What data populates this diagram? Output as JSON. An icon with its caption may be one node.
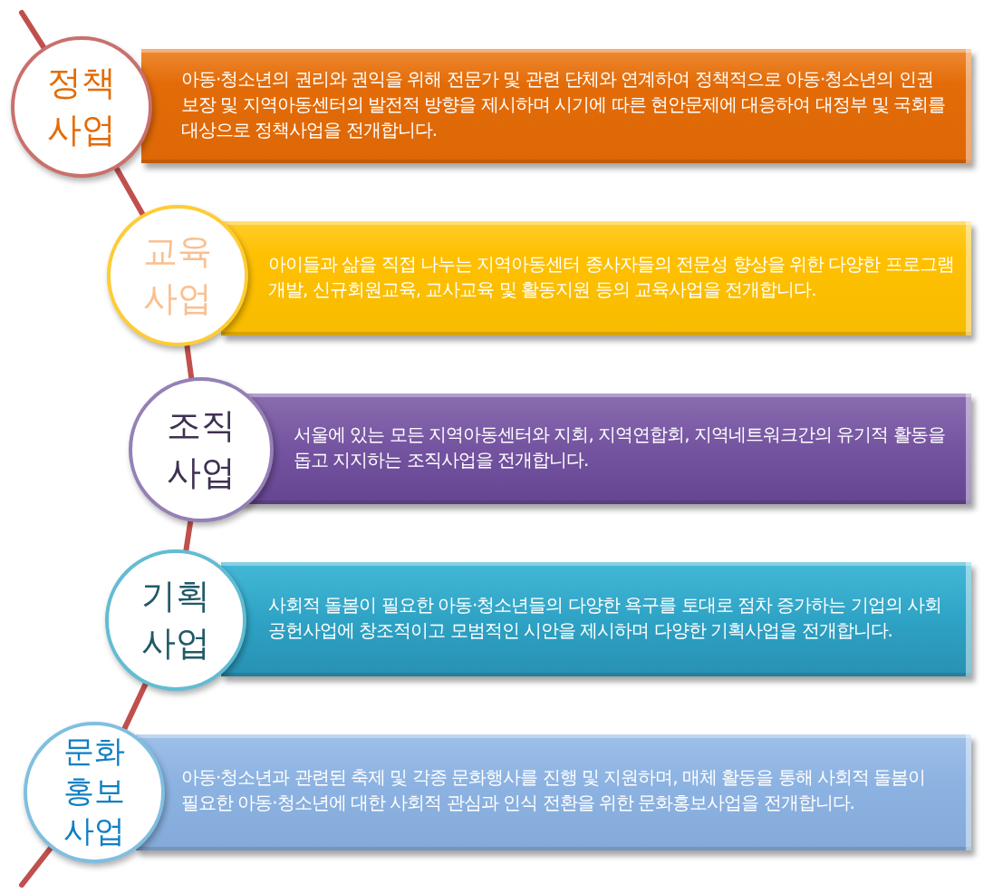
{
  "diagram": {
    "nodes": [
      {
        "text": [
          "정책 사업"
        ]
      },
      {
        "text": [
          "아동·청소년의 권리와 권익을 위해 전문가 및 관련 단체와 연계하여 정책적으로 아동·청소년의 인권 보장 및 지역아동센터의 발전적 방향을 제시하며 시기에 따른 현안문제에 대응하여 대정부 및 국회를 대상으로 정책사업을 전개합니다."
        ]
      },
      {
        "text": [
          "교육 사업"
        ]
      },
      {
        "text": [
          "아이들과 삶을 직접 나누는 지역아동센터 종사자들의 전문성 향상을 위한 다양한 프로그램 개발, 신규회원교육, 교사교육 및 활동지원 등의 교육사업을 전개합니다."
        ]
      },
      {
        "text": [
          "조직 사업"
        ]
      },
      {
        "text": [
          "서울에 있는 모든 지역아동센터와 지회, 지역연합회, 지역네트워크간의 유기적 활동을 돕고 지지하는 조직사업을 전개합니다."
        ]
      },
      {
        "text": [
          "기획 사업"
        ]
      },
      {
        "text": [
          "사회적 돌봄이 필요한 아동·청소년들의 다양한 욕구를 토대로 점차 증가하는 기업의 사회 공헌사업에 창조적이고 모범적인 시안을 제시하며 다양한 기획사업을 전개합니다."
        ]
      },
      {
        "text": [
          "문화 홍보 사업"
        ]
      },
      {
        "text": [
          "아동·청소년과 관련된 축제 및 각종 문화행사를 진행 및 지원하며, 매체 활동을 통해 사회적 돌봄이 필요한 아동·청소년에 대한 사회적 관심과 인식 전환을 위한 문화홍보사업을 전개합니다."
        ]
      }
    ],
    "edges": [
      {
        "from": 0,
        "to": 2,
        "arrow": "none"
      },
      {
        "from": 2,
        "to": 4,
        "arrow": "none"
      },
      {
        "from": 4,
        "to": 6,
        "arrow": "none"
      },
      {
        "from": 6,
        "to": 8,
        "arrow": "none"
      }
    ]
  }
}
